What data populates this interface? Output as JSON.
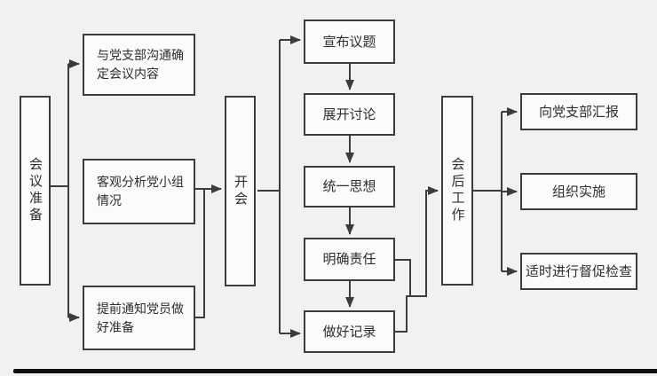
{
  "diagram": {
    "stages": {
      "prep": "会议准备",
      "meet": "开会",
      "post": "会后工作"
    },
    "prep_tasks": [
      "与党支部沟通确定会议内容",
      "客观分析党小组情况",
      "提前通知党员做好准备"
    ],
    "meeting_steps": [
      "宣布议题",
      "展开讨论",
      "统一思想",
      "明确责任",
      "做好记录"
    ],
    "post_tasks": [
      "向党支部汇报",
      "组织实施",
      "适时进行督促检查"
    ],
    "edges": [
      {
        "from": "会议准备",
        "to": "与党支部沟通确定会议内容"
      },
      {
        "from": "会议准备",
        "to": "提前通知党员做好准备"
      },
      {
        "from": "客观分析党小组情况",
        "to": "开会"
      },
      {
        "from": "提前通知党员做好准备",
        "to": "开会"
      },
      {
        "from": "开会",
        "to": "宣布议题"
      },
      {
        "from": "宣布议题",
        "to": "展开讨论"
      },
      {
        "from": "展开讨论",
        "to": "统一思想"
      },
      {
        "from": "统一思想",
        "to": "明确责任"
      },
      {
        "from": "明确责任",
        "to": "做好记录"
      },
      {
        "from": "开会",
        "to": "做好记录"
      },
      {
        "from": "明确责任",
        "to": "会后工作"
      },
      {
        "from": "做好记录",
        "to": "会后工作"
      },
      {
        "from": "会后工作",
        "to": "向党支部汇报"
      },
      {
        "from": "会后工作",
        "to": "组织实施"
      },
      {
        "from": "会后工作",
        "to": "适时进行督促检查"
      }
    ],
    "colors": {
      "background": "#f2f1ef",
      "box_fill": "#fbfbfa",
      "box_border": "#3c3c3c",
      "line": "#3c3c3c",
      "text": "#2d2d2d",
      "bottom_bar": "#0f0f0f"
    }
  }
}
